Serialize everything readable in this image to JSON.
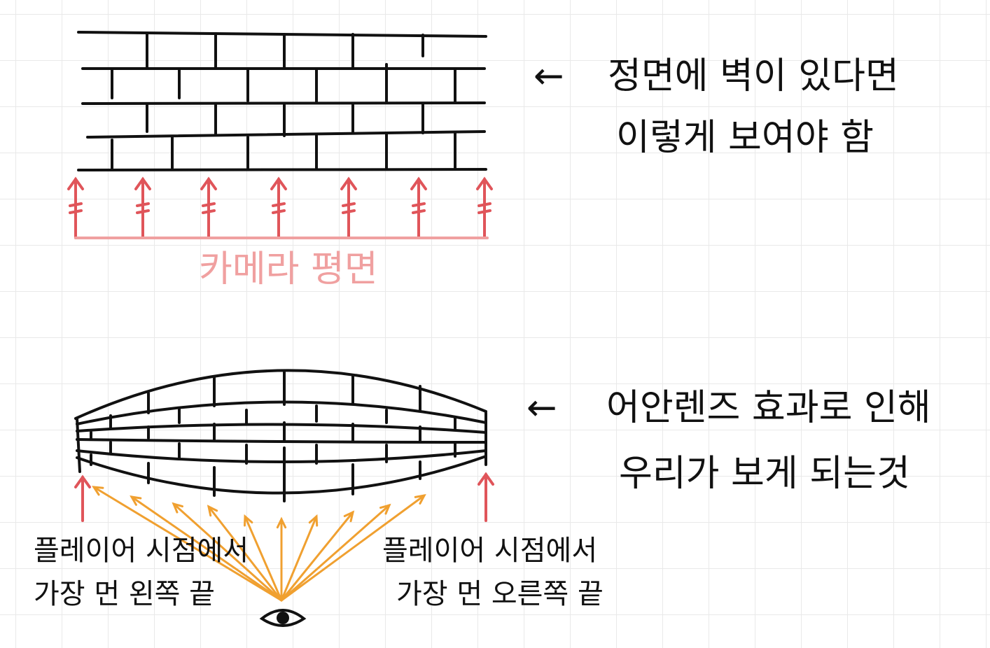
{
  "top_note": {
    "line1": "정면에 벽이 있다면",
    "line2": "이렇게 보여야 함"
  },
  "camera_plane_label": "카메라 평면",
  "bottom_note": {
    "line1": "어안렌즈 효과로 인해",
    "line2": "우리가 보게 되는것"
  },
  "left_label": {
    "line1": "플레이어 시점에서",
    "line2": "가장 먼 왼쪽 끝"
  },
  "right_label": {
    "line1": "플레이어 시점에서",
    "line2": "가장 먼 오른쪽 끝"
  },
  "arrow_glyph": "←",
  "eye_icon": "eye-icon",
  "colors": {
    "ink": "#111111",
    "camera_rays": "#e0555a",
    "camera_label": "#f0a0a0",
    "player_rays": "#f0a030",
    "grid": "#e9e9e9"
  }
}
